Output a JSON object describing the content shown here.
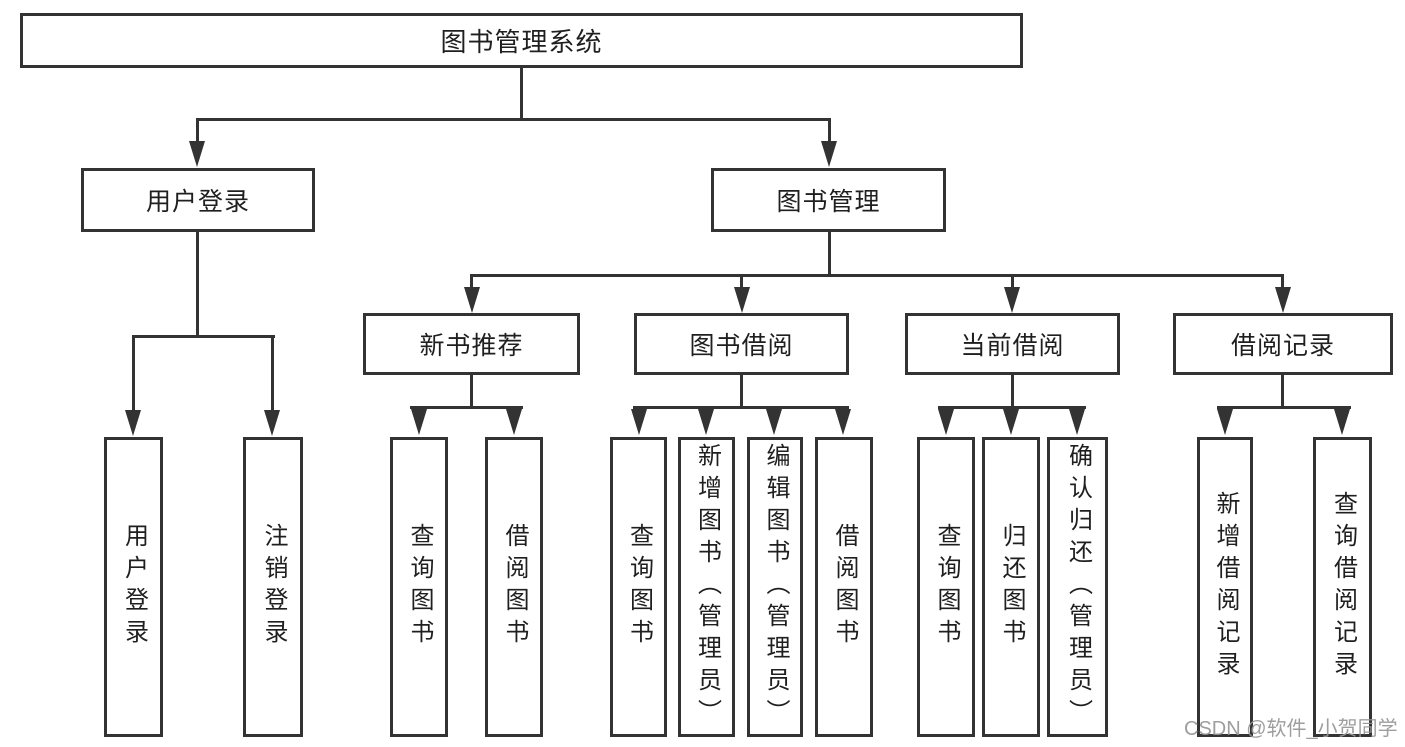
{
  "nodes": {
    "root": "图书管理系统",
    "user_login": "用户登录",
    "book_mgmt": "图书管理",
    "new_book": "新书推荐",
    "book_borrow": "图书借阅",
    "current_borrow": "当前借阅",
    "borrow_records": "借阅记录",
    "leaf_user_login": "用户登录",
    "leaf_logout": "注销登录",
    "leaf_query_book_1": "查询图书",
    "leaf_borrow_book_1": "借阅图书",
    "leaf_query_book_2": "查询图书",
    "leaf_add_book": "新增图书（管理员）",
    "leaf_edit_book": "编辑图书（管理员）",
    "leaf_borrow_book_2": "借阅图书",
    "leaf_query_book_3": "查询图书",
    "leaf_return_book": "归还图书",
    "leaf_confirm_return": "确认归还（管理员）",
    "leaf_add_record": "新增借阅记录",
    "leaf_query_record": "查询借阅记录"
  },
  "watermark": "CSDN @软件_小贺同学",
  "colors": {
    "line": "#333333",
    "text": "#1f1f1f",
    "background": "#ffffff",
    "watermark": "#9b9b9b"
  }
}
